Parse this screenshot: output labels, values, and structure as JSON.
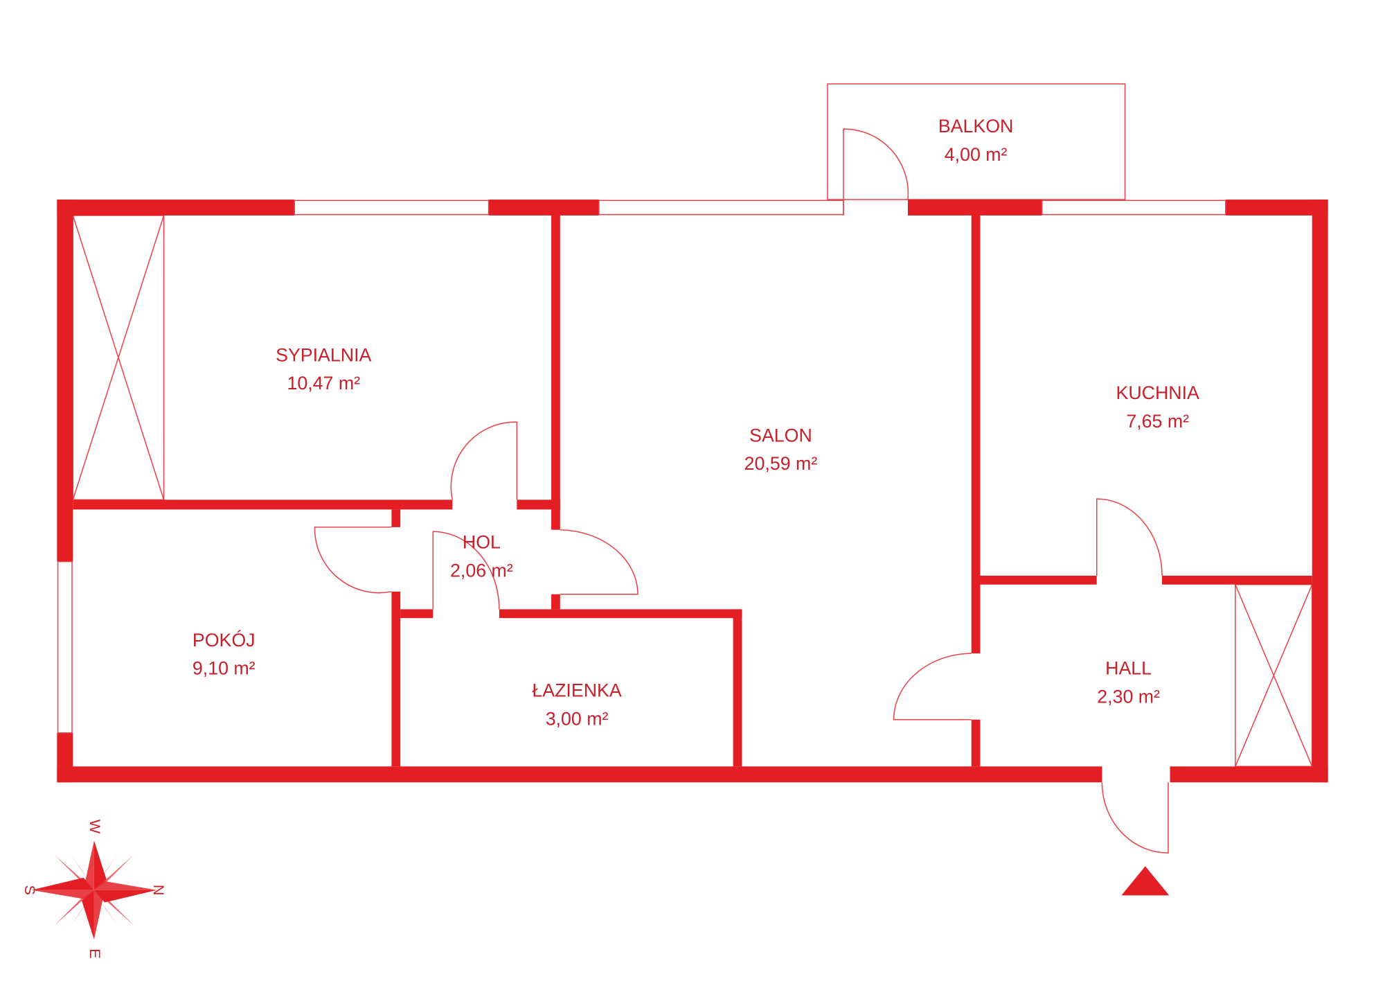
{
  "colors": {
    "wall": "#e31e24",
    "text": "#c8202a",
    "light": "#ec6a70"
  },
  "rooms": [
    {
      "name": "SYPIALNIA",
      "area": "10,47 m²"
    },
    {
      "name": "SALON",
      "area": "20,59 m²"
    },
    {
      "name": "KUCHNIA",
      "area": "7,65 m²"
    },
    {
      "name": "BALKON",
      "area": "4,00 m²"
    },
    {
      "name": "HOL",
      "area": "2,06 m²"
    },
    {
      "name": "POKÓJ",
      "area": "9,10 m²"
    },
    {
      "name": "ŁAZIENKA",
      "area": "3,00 m²"
    },
    {
      "name": "HALL",
      "area": "2,30 m²"
    }
  ],
  "compass": {
    "n": "N",
    "s": "S",
    "e": "E",
    "w": "W"
  }
}
